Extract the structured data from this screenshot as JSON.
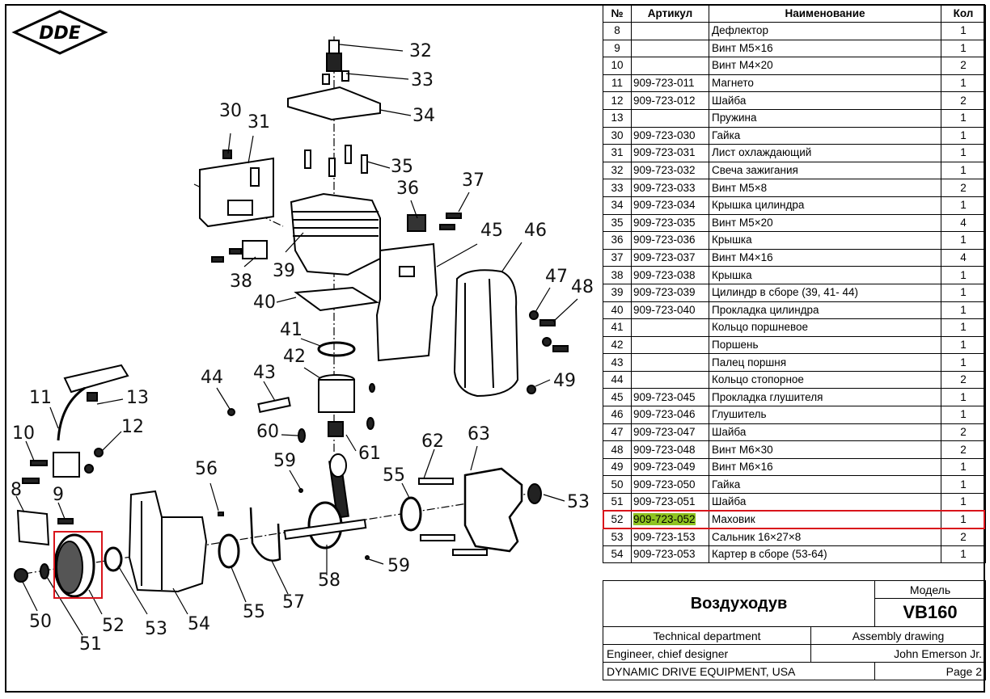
{
  "logo": {
    "text": "DDE"
  },
  "parts_table": {
    "headers": {
      "num": "№",
      "sku": "Артикул",
      "name": "Наименование",
      "qty": "Кол"
    },
    "rows": [
      {
        "num": "8",
        "sku": "",
        "name": "Дефлектор",
        "qty": "1"
      },
      {
        "num": "9",
        "sku": "",
        "name": "Винт М5×16",
        "qty": "1"
      },
      {
        "num": "10",
        "sku": "",
        "name": "Винт М4×20",
        "qty": "2"
      },
      {
        "num": "11",
        "sku": "909-723-011",
        "name": "Магнето",
        "qty": "1"
      },
      {
        "num": "12",
        "sku": "909-723-012",
        "name": "Шайба",
        "qty": "2"
      },
      {
        "num": "13",
        "sku": "",
        "name": "Пружина",
        "qty": "1"
      },
      {
        "num": "30",
        "sku": "909-723-030",
        "name": "Гайка",
        "qty": "1"
      },
      {
        "num": "31",
        "sku": "909-723-031",
        "name": "Лист охлаждающий",
        "qty": "1"
      },
      {
        "num": "32",
        "sku": "909-723-032",
        "name": "Свеча зажигания",
        "qty": "1"
      },
      {
        "num": "33",
        "sku": "909-723-033",
        "name": "Винт М5×8",
        "qty": "2"
      },
      {
        "num": "34",
        "sku": "909-723-034",
        "name": "Крышка цилиндра",
        "qty": "1"
      },
      {
        "num": "35",
        "sku": "909-723-035",
        "name": "Винт М5×20",
        "qty": "4"
      },
      {
        "num": "36",
        "sku": "909-723-036",
        "name": "Крышка",
        "qty": "1"
      },
      {
        "num": "37",
        "sku": "909-723-037",
        "name": "Винт М4×16",
        "qty": "4"
      },
      {
        "num": "38",
        "sku": "909-723-038",
        "name": "Крышка",
        "qty": "1"
      },
      {
        "num": "39",
        "sku": "909-723-039",
        "name": "Цилиндр в сборе (39, 41- 44)",
        "qty": "1"
      },
      {
        "num": "40",
        "sku": "909-723-040",
        "name": "Прокладка цилиндра",
        "qty": "1"
      },
      {
        "num": "41",
        "sku": "",
        "name": "Кольцо поршневое",
        "qty": "1"
      },
      {
        "num": "42",
        "sku": "",
        "name": "Поршень",
        "qty": "1"
      },
      {
        "num": "43",
        "sku": "",
        "name": "Палец поршня",
        "qty": "1"
      },
      {
        "num": "44",
        "sku": "",
        "name": "Кольцо стопорное",
        "qty": "2"
      },
      {
        "num": "45",
        "sku": "909-723-045",
        "name": "Прокладка глушителя",
        "qty": "1"
      },
      {
        "num": "46",
        "sku": "909-723-046",
        "name": "Глушитель",
        "qty": "1"
      },
      {
        "num": "47",
        "sku": "909-723-047",
        "name": "Шайба",
        "qty": "2"
      },
      {
        "num": "48",
        "sku": "909-723-048",
        "name": "Винт М6×30",
        "qty": "2"
      },
      {
        "num": "49",
        "sku": "909-723-049",
        "name": "Винт М6×16",
        "qty": "1"
      },
      {
        "num": "50",
        "sku": "909-723-050",
        "name": "Гайка",
        "qty": "1"
      },
      {
        "num": "51",
        "sku": "909-723-051",
        "name": "Шайба",
        "qty": "1"
      },
      {
        "num": "52",
        "sku": "909-723-052",
        "name": "Маховик",
        "qty": "1",
        "highlighted": true
      },
      {
        "num": "53",
        "sku": "909-723-153",
        "name": "Сальник 16×27×8",
        "qty": "2"
      },
      {
        "num": "54",
        "sku": "909-723-053",
        "name": "Картер в сборе (53-64)",
        "qty": "1"
      }
    ]
  },
  "title_block": {
    "product": "Воздуходув",
    "model_label": "Модель",
    "model": "VB160",
    "department": "Technical department",
    "drawing_type": "Assembly drawing",
    "role": "Engineer, chief designer",
    "person": "John Emerson Jr.",
    "company": "DYNAMIC DRIVE EQUIPMENT, USA",
    "page": "Page 2"
  },
  "highlight": {
    "part": "52",
    "color": "#d9141b",
    "sku_fill": "#8fc321"
  },
  "callouts": [
    "32",
    "33",
    "34",
    "30",
    "31",
    "35",
    "36",
    "37",
    "45",
    "46",
    "38",
    "39",
    "40",
    "47",
    "48",
    "41",
    "42",
    "49",
    "44",
    "43",
    "11",
    "13",
    "12",
    "10",
    "60",
    "61",
    "62",
    "63",
    "59",
    "56",
    "8",
    "9",
    "55",
    "53",
    "58",
    "59",
    "52",
    "53",
    "54",
    "55",
    "57",
    "50",
    "51"
  ]
}
